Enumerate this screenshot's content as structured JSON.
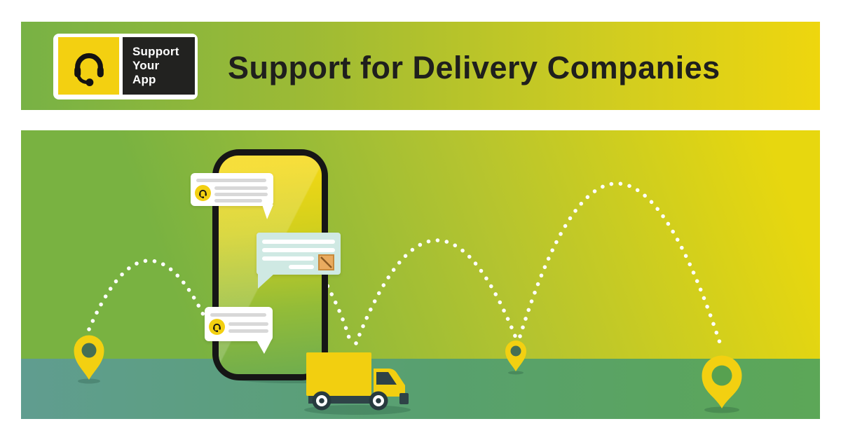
{
  "header": {
    "title": "Support for Delivery Companies",
    "logo": {
      "brand_lines": [
        "Support",
        "Your",
        "App"
      ],
      "icon": "headset-icon"
    }
  },
  "illustration": {
    "elements": [
      "smartphone",
      "chat-bubbles",
      "dotted-route-arcs",
      "map-pins",
      "delivery-truck"
    ],
    "chat": {
      "agent_bubbles": 2,
      "agent_icon": "headset-icon",
      "attachment_icon": "image-placeholder-icon"
    },
    "map_pins": 3
  },
  "colors": {
    "green": "#7cb342",
    "yellow": "#eed712",
    "dark": "#1f1f1d",
    "white": "#ffffff",
    "pin_yellow": "#f3d011",
    "truck_yellow": "#f2cf10",
    "bubble_teal": "#cfe9e3",
    "ground_teal": "#609d90",
    "ground_green": "#5ca757",
    "line_gray": "#d8d8d8",
    "orange": "#e9ab5f",
    "orange_border": "#c98a3c",
    "frame_dark": "#161616",
    "truck_dark": "#2e4347",
    "screen_top": "#f4d813",
    "screen_bottom": "#6fad4e",
    "hole_dark": "#456f54",
    "hole_green": "#57a150"
  }
}
